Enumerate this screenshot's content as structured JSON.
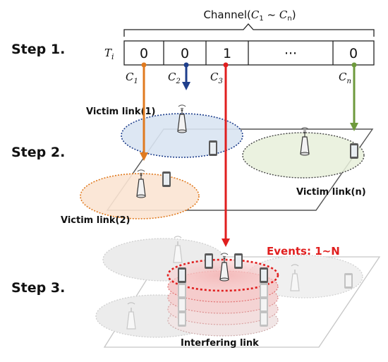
{
  "steps": [
    "Step 1.",
    "Step 2.",
    "Step 3."
  ],
  "channel": {
    "title": "Channel(",
    "title_c1": "C",
    "title_sub1": "1",
    "title_tilde": " ~ ",
    "title_cn": "C",
    "title_subn": "n",
    "title_close": ")",
    "row_label": "T",
    "row_label_sub": "i",
    "cells": [
      "0",
      "0",
      "1",
      "···",
      "0"
    ],
    "markers": [
      {
        "letter": "C",
        "sub": "1"
      },
      {
        "letter": "C",
        "sub": "2"
      },
      {
        "letter": "C",
        "sub": "3"
      },
      {
        "letter": "C",
        "sub": "n"
      }
    ]
  },
  "labels": {
    "victim1": "Victim link(1)",
    "victim2": "Victim link(2)",
    "victimn": "Victim link(n)",
    "events": "Events: 1~N",
    "interfering": "Interfering link"
  },
  "colors": {
    "c1": "#e07a1f",
    "c2": "#1f3f8c",
    "c3": "#e01e1e",
    "cn": "#6e9a3c",
    "victim1_fill": "#d9e4f2",
    "victim2_fill": "#fbe4d3",
    "victimn_fill": "#e8f0da"
  }
}
